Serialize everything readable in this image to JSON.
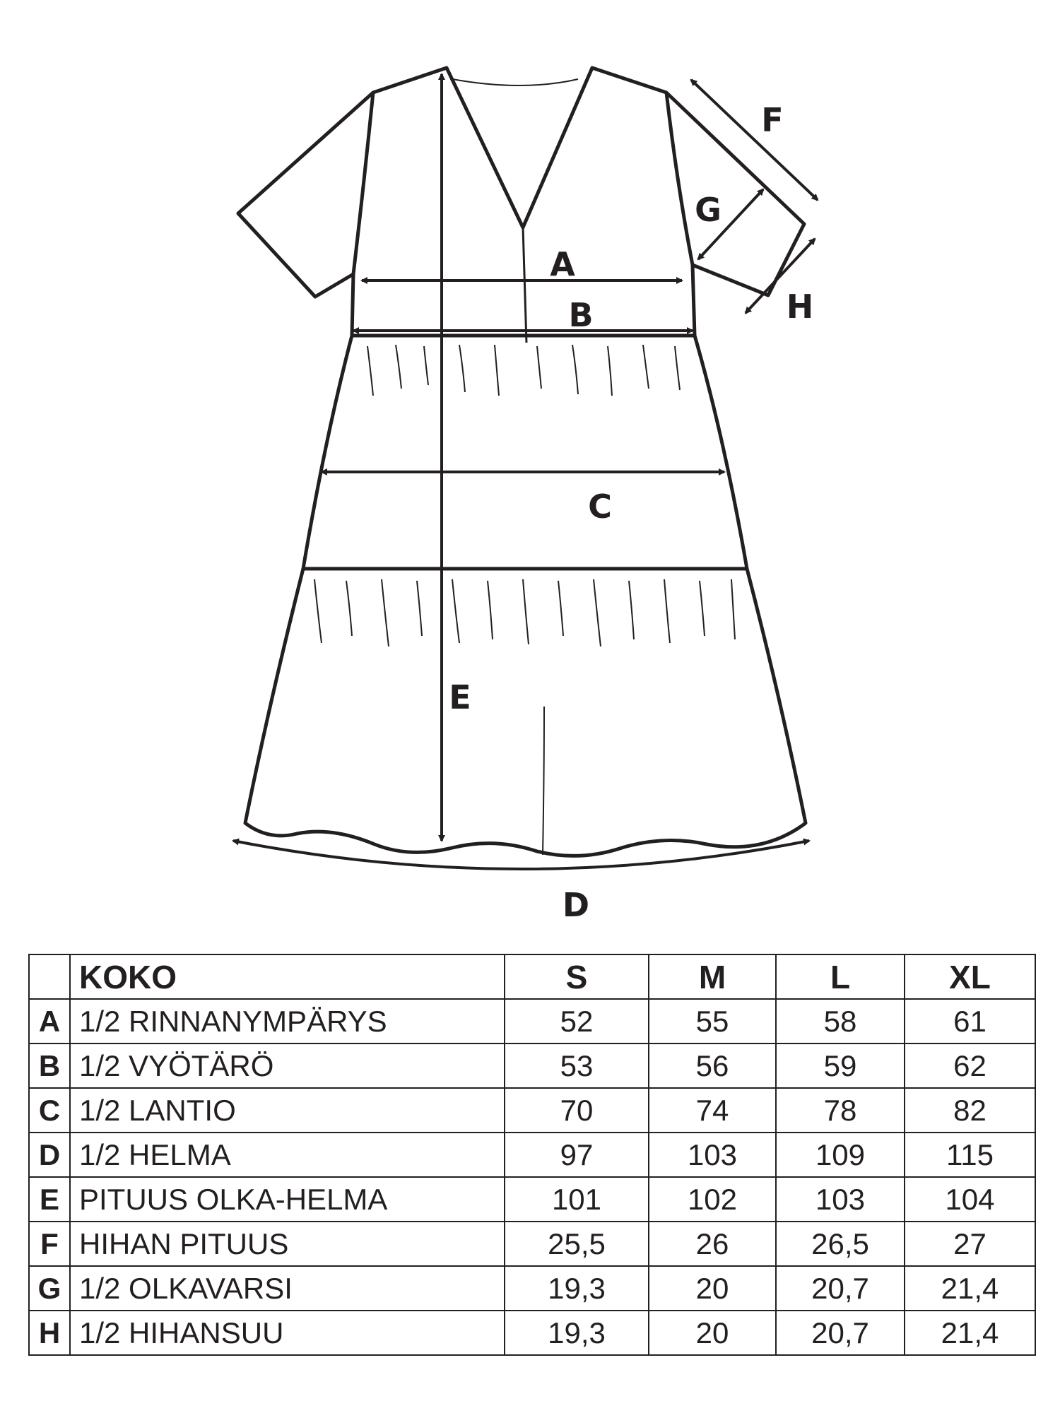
{
  "diagram": {
    "labels": {
      "A": "A",
      "B": "B",
      "C": "C",
      "D": "D",
      "E": "E",
      "F": "F",
      "G": "G",
      "H": "H"
    }
  },
  "table": {
    "header_label": "KOKO",
    "sizes": [
      "S",
      "M",
      "L",
      "XL"
    ],
    "rows": [
      {
        "code": "A",
        "name": "1/2 RINNANYMPÄRYS",
        "values": [
          "52",
          "55",
          "58",
          "61"
        ]
      },
      {
        "code": "B",
        "name": "1/2 VYÖTÄRÖ",
        "values": [
          "53",
          "56",
          "59",
          "62"
        ]
      },
      {
        "code": "C",
        "name": "1/2 LANTIO",
        "values": [
          "70",
          "74",
          "78",
          "82"
        ]
      },
      {
        "code": "D",
        "name": "1/2 HELMA",
        "values": [
          "97",
          "103",
          "109",
          "115"
        ]
      },
      {
        "code": "E",
        "name": "PITUUS OLKA-HELMA",
        "values": [
          "101",
          "102",
          "103",
          "104"
        ]
      },
      {
        "code": "F",
        "name": "HIHAN PITUUS",
        "values": [
          "25,5",
          "26",
          "26,5",
          "27"
        ]
      },
      {
        "code": "G",
        "name": "1/2 OLKAVARSI",
        "values": [
          "19,3",
          "20",
          "20,7",
          "21,4"
        ]
      },
      {
        "code": "H",
        "name": "1/2 HIHANSUU",
        "values": [
          "19,3",
          "20",
          "20,7",
          "21,4"
        ]
      }
    ]
  }
}
